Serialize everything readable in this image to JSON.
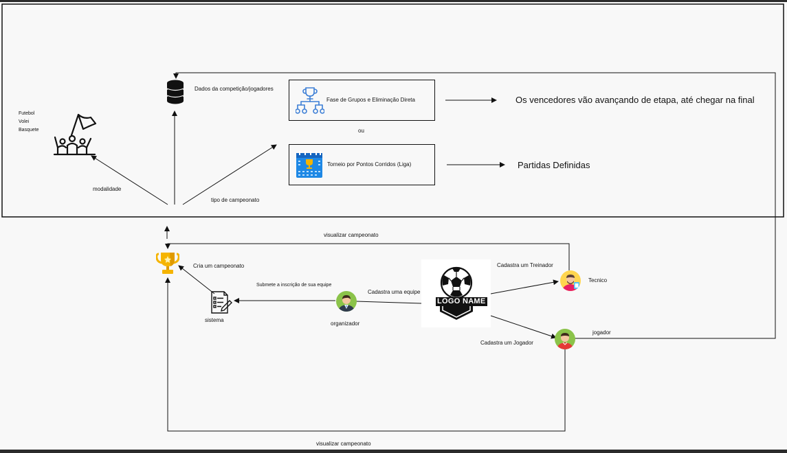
{
  "sports": {
    "lines": [
      "Futebol",
      "Volei",
      "Basquete"
    ],
    "icon": "fans-flag-icon"
  },
  "labels": {
    "modalidade": "modalidade",
    "tipo_campeonato": "tipo de campeonato",
    "dados": "Dados da competição/jogadores",
    "ou": "ou",
    "vencedores": "Os vencedores vão avançando de etapa, até chegar na final",
    "partidas": "Partidas Definidas",
    "visualizar_top": "visualizar campeonato",
    "visualizar_bottom": "visualizar campeonato",
    "cria": "Cria um campeonato",
    "submete": "Submete a inscrição de sua equipe",
    "cadastra_equipe": "Cadastra uma equipe",
    "cadastra_treinador": "Cadastra um Treinador",
    "cadastra_jogador": "Cadastra um Jogador",
    "sistema": "sistema",
    "organizador": "organizador",
    "tecnico": "Tecnico",
    "jogador": "jogador"
  },
  "boxes": {
    "grupos": "Fase de Grupos e Eliminação Direta",
    "pontos": "Torneio por Pontos Corridos (Liga)"
  },
  "logo": {
    "text": "LOGO NAME",
    "icon": "soccer-ball-logo-icon"
  },
  "icons": {
    "database": "database-icon",
    "bracket": "tournament-bracket-icon",
    "calendar": "trophy-calendar-icon",
    "trophy": "trophy-icon",
    "form": "form-checklist-icon",
    "organizer": "organizer-avatar-icon",
    "coach": "coach-avatar-icon",
    "player": "player-avatar-icon"
  },
  "colors": {
    "line": "#111111",
    "bracket_blue": "#3d7fd6",
    "calendar_blue": "#1e88e5",
    "trophy_gold": "#f5b400",
    "player_red": "#e53935",
    "avatar_green": "#8bc34a"
  }
}
